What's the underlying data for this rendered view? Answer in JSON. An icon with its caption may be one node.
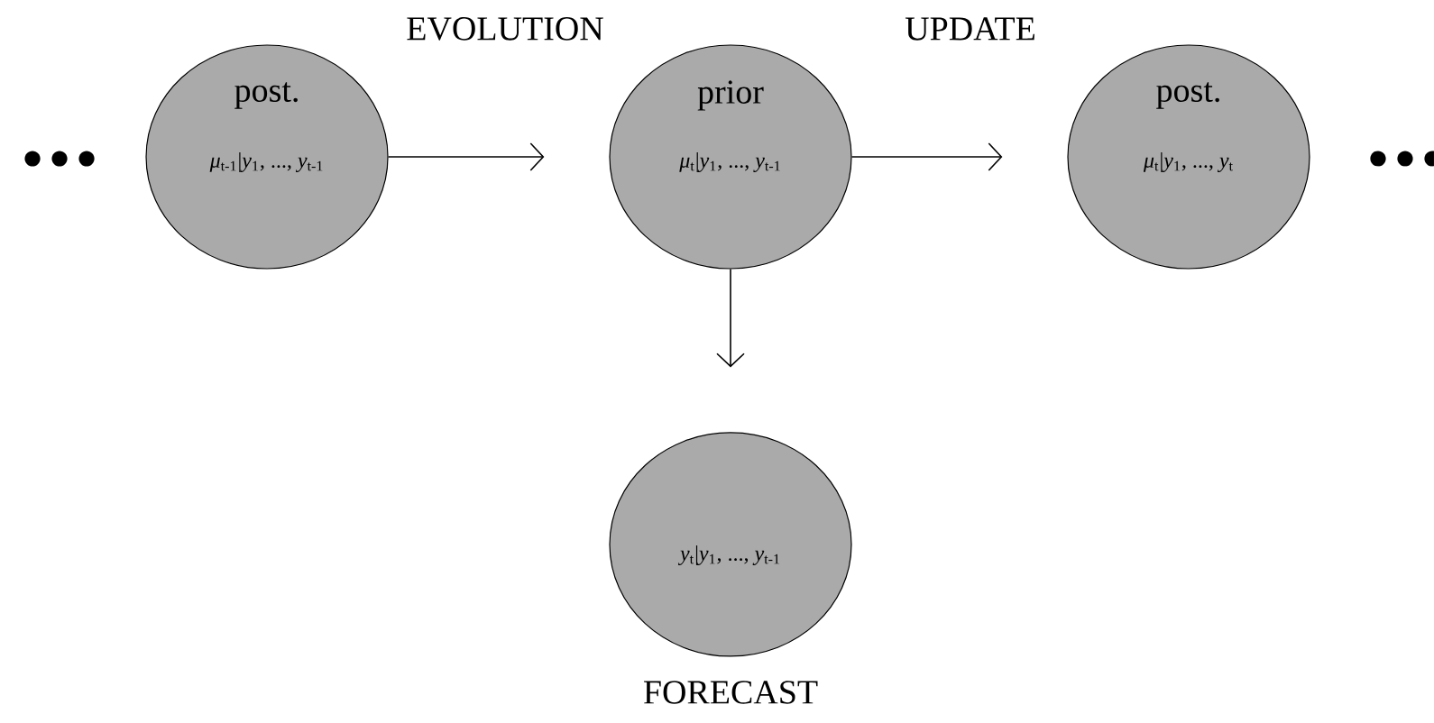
{
  "diagram": {
    "nodes": [
      {
        "text": [
          "post.",
          "*μ*$_{t-1}$|*y*$_{1}$, ..., *y*$_{t-1}$"
        ]
      },
      {
        "text": [
          "prior",
          "*μ*$_{t}$|*y*$_{1}$, ..., *y*$_{t-1}$"
        ]
      },
      {
        "text": [
          "post.",
          "*μ*$_{t}$|*y*$_{1}$, ..., *y*$_{t}$"
        ]
      },
      {
        "text": [
          "*y*$_{t}$|*y*$_{1}$, ..., *y*$_{t-1}$"
        ],
        "beside": [
          "FORECAST"
        ]
      }
    ],
    "edges": [
      {
        "from": 0,
        "to": 1,
        "arrow": "to"
      },
      {
        "from": 1,
        "to": 2,
        "arrow": "to"
      },
      {
        "from": 1,
        "to": 3,
        "arrow": "to"
      }
    ],
    "labels": [
      "EVOLUTION",
      "UPDATE"
    ]
  }
}
